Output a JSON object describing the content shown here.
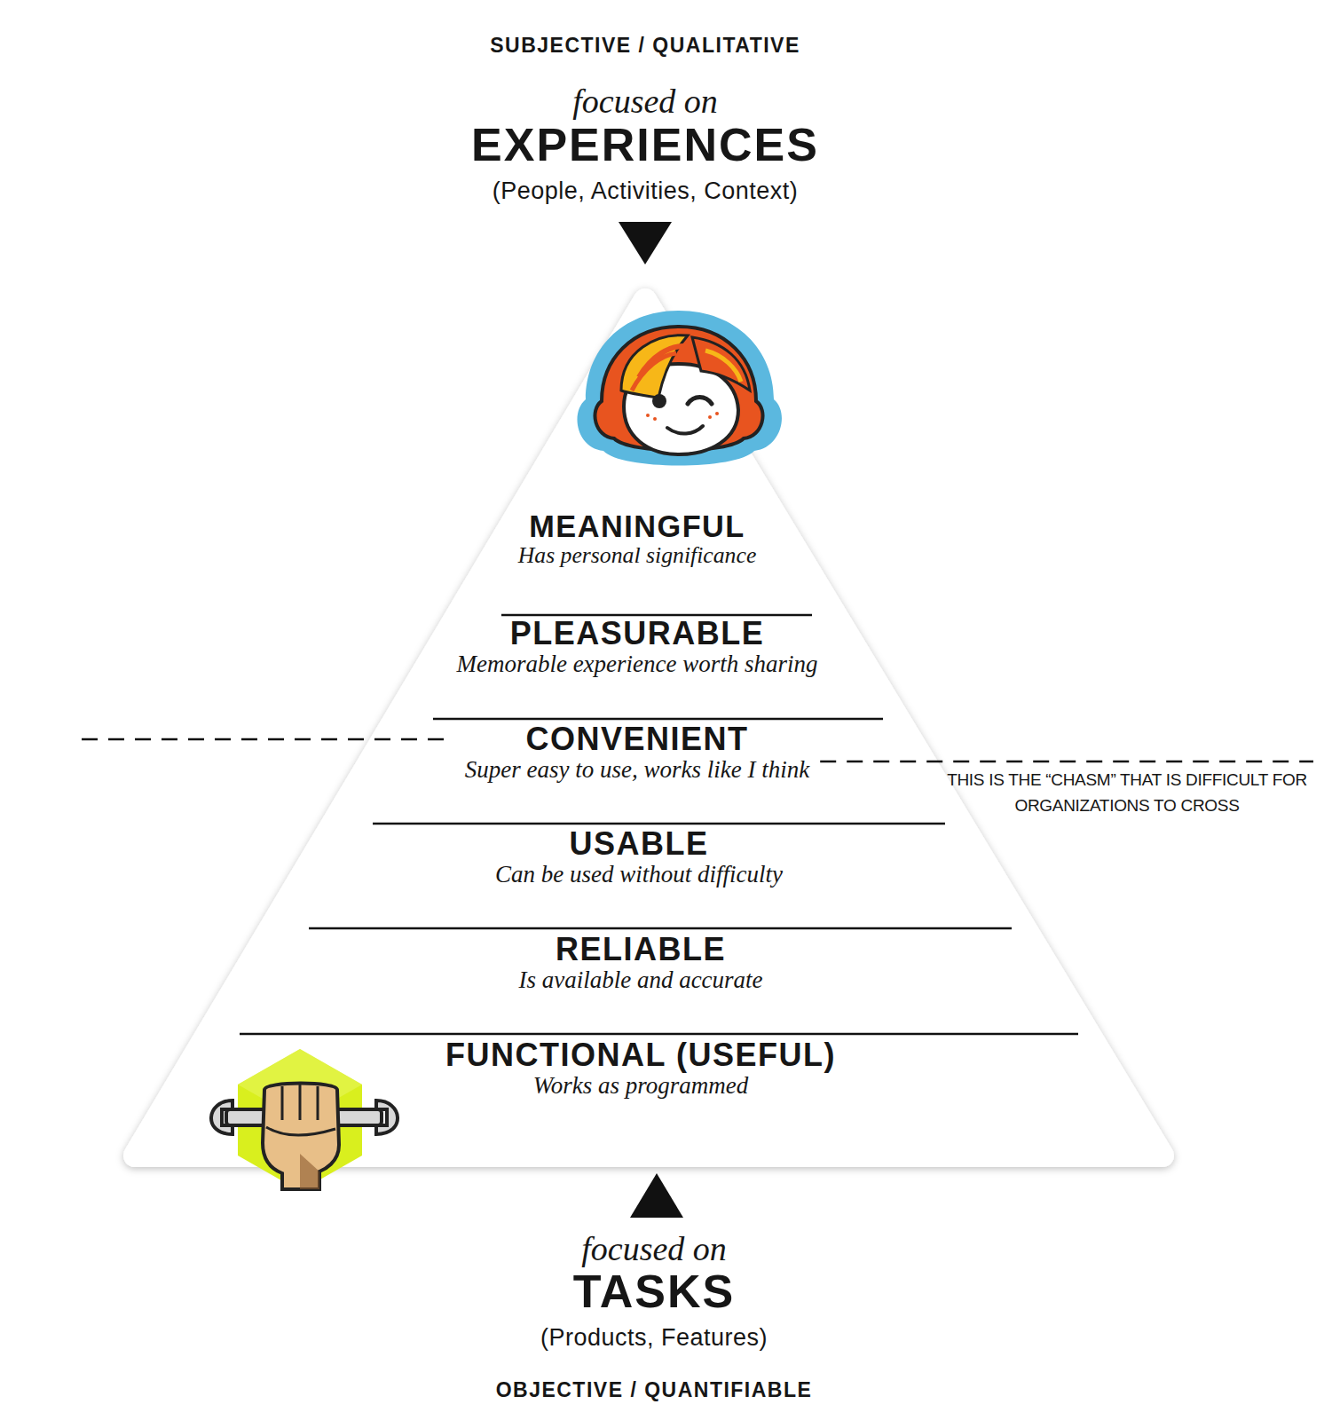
{
  "diagram": {
    "nodes": [
      {
        "text": [
          "MEANINGFUL",
          "Has personal significance"
        ]
      },
      {
        "text": [
          "PLEASURABLE",
          "Memorable experience worth sharing"
        ]
      },
      {
        "text": [
          "CONVENIENT",
          "Super easy to use, works like I think"
        ]
      },
      {
        "text": [
          "USABLE",
          "Can be used without difficulty"
        ]
      },
      {
        "text": [
          "RELIABLE",
          "Is available and accurate"
        ]
      },
      {
        "text": [
          "FUNCTIONAL (USEFUL)",
          "Works as programmed"
        ]
      }
    ],
    "labels": [
      "SUBJECTIVE / QUALITATIVE",
      "focused on",
      "EXPERIENCES",
      "(People, Activities, Context)",
      "THIS IS THE “CHASM” THAT IS DIFFICULT FOR ORGANIZATIONS TO CROSS",
      "focused on",
      "TASKS",
      "(Products, Features)",
      "OBJECTIVE / QUANTIFIABLE"
    ]
  }
}
